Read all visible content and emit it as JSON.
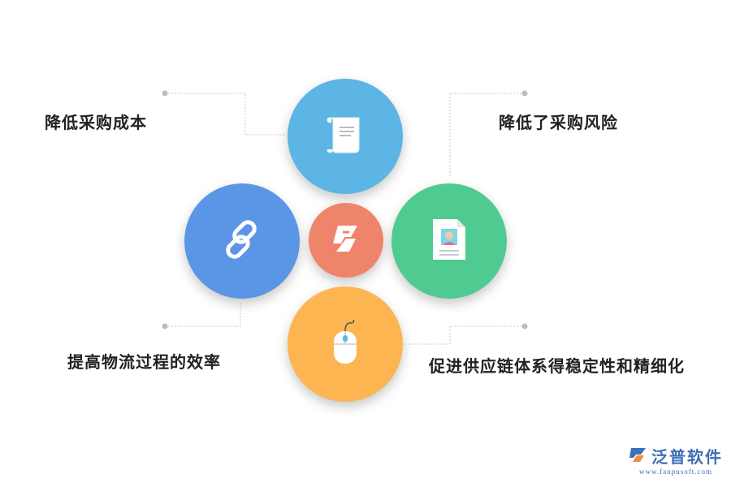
{
  "labels": {
    "top_left": "降低采购成本",
    "top_right": "降低了采购风险",
    "bottom_left": "提高物流过程的效率",
    "bottom_right": "促进供应链体系得稳定性和精细化"
  },
  "colors": {
    "top": "#5cb5e5",
    "left": "#5b95e6",
    "center": "#ee8469",
    "right": "#4fcb92",
    "bottom": "#fdb552",
    "connector": "#c8c8c8",
    "brand": "#3f6fb5"
  },
  "icons": {
    "top": "scroll-icon",
    "left": "chain-link-icon",
    "center": "brand-logo-icon",
    "right": "id-document-icon",
    "bottom": "mouse-icon"
  },
  "watermark": {
    "name": "泛普软件",
    "url": "www.fanpusoft.com"
  }
}
